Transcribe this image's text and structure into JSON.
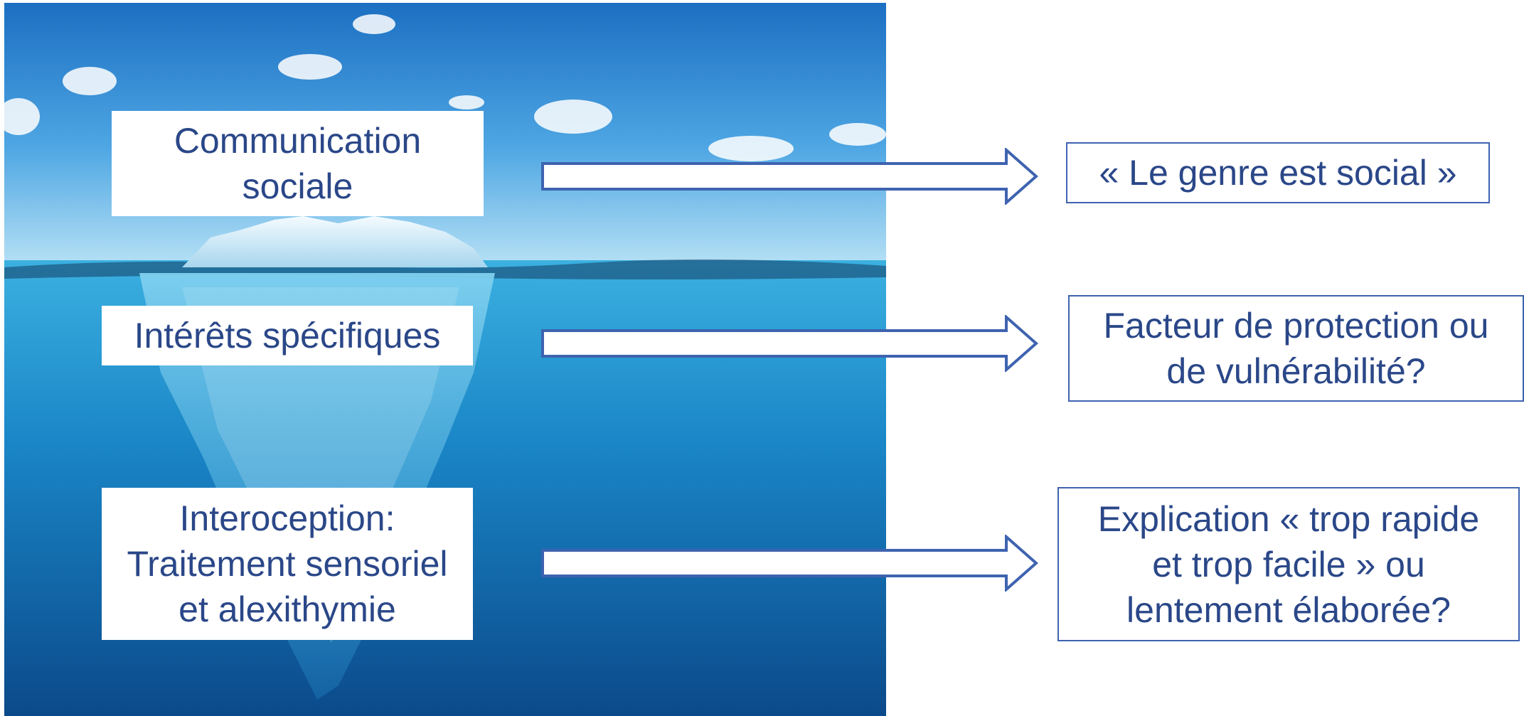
{
  "iceberg_labels": {
    "top": "Communication\nsociale",
    "middle": "Intérêts spécifiques",
    "bottom": "Interoception:\nTraitement sensoriel\net alexithymie"
  },
  "outcomes": {
    "top": "« Le genre est social »",
    "middle": "Facteur de protection ou\nde vulnérabilité?",
    "bottom": "Explication « trop rapide\net trop facile » ou\nlentement élaborée?"
  },
  "colors": {
    "text": "#2a4788",
    "border": "#3e63b0",
    "sky_top": "#1f78c8",
    "sky_bottom": "#a9dbf3",
    "water_top": "#2ea7dc",
    "water_bottom": "#0a4f8f",
    "ice": "#cfe9f7"
  },
  "icons": {
    "arrow": "right-block-arrow-icon",
    "image": "iceberg-illustration"
  }
}
